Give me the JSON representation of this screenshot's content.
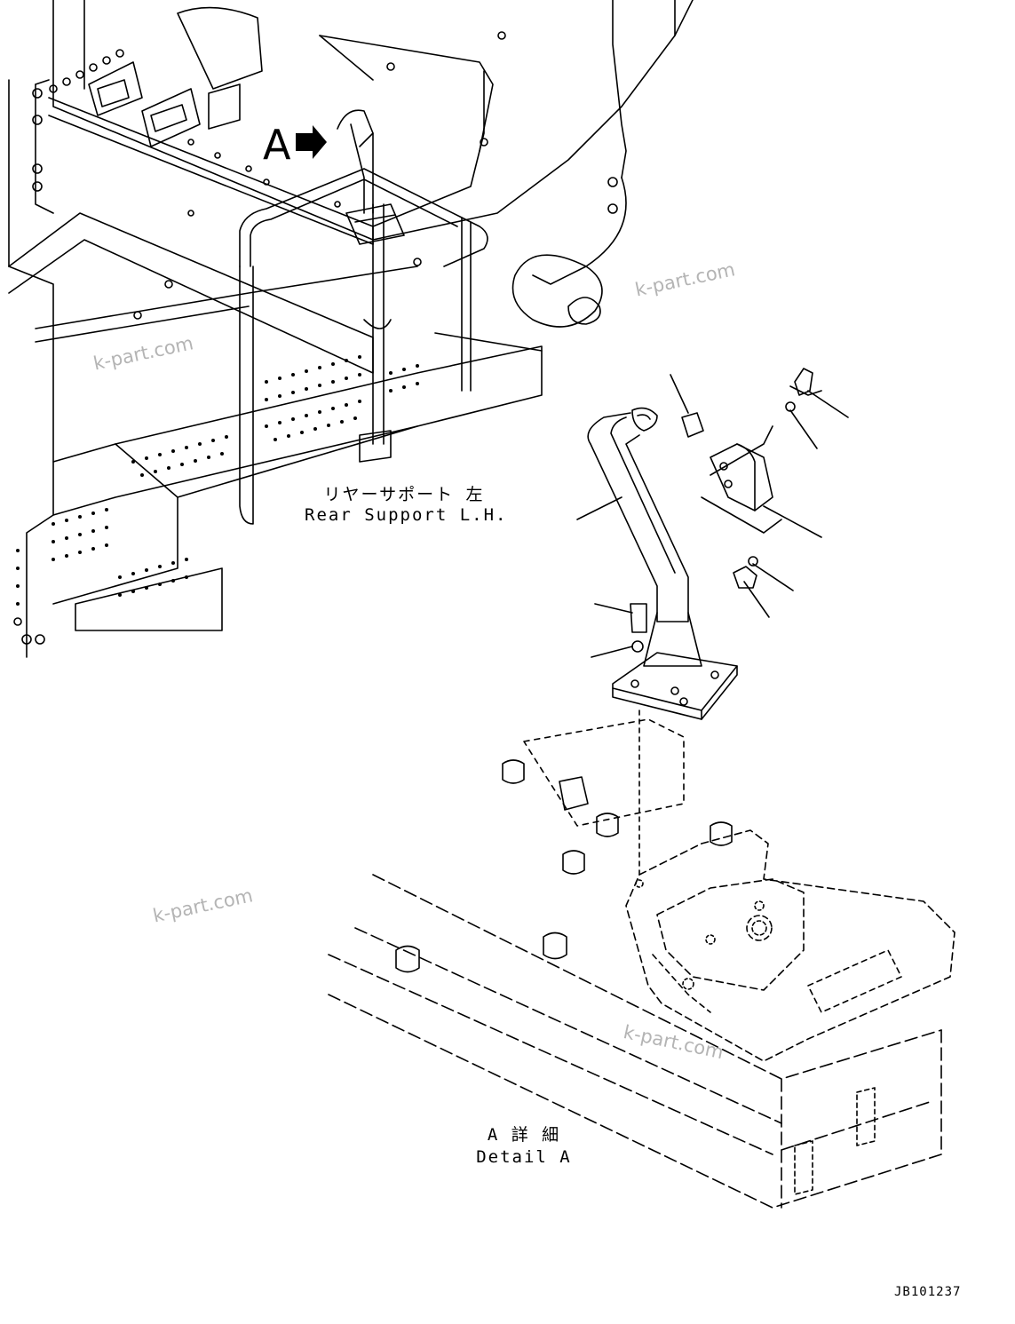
{
  "labels": {
    "rear_support_jp": "リヤーサポート 左",
    "rear_support_en": "Rear Support L.H.",
    "detail_jp": "A 詳 細",
    "detail_en": "Detail A",
    "view_letter": "A",
    "drawing_number": "JB101237"
  },
  "watermarks": [
    "k-part.com",
    "k-part.com",
    "k-part.com",
    "k-part.com"
  ],
  "icons": {
    "view_arrow": "right-arrow-icon"
  }
}
